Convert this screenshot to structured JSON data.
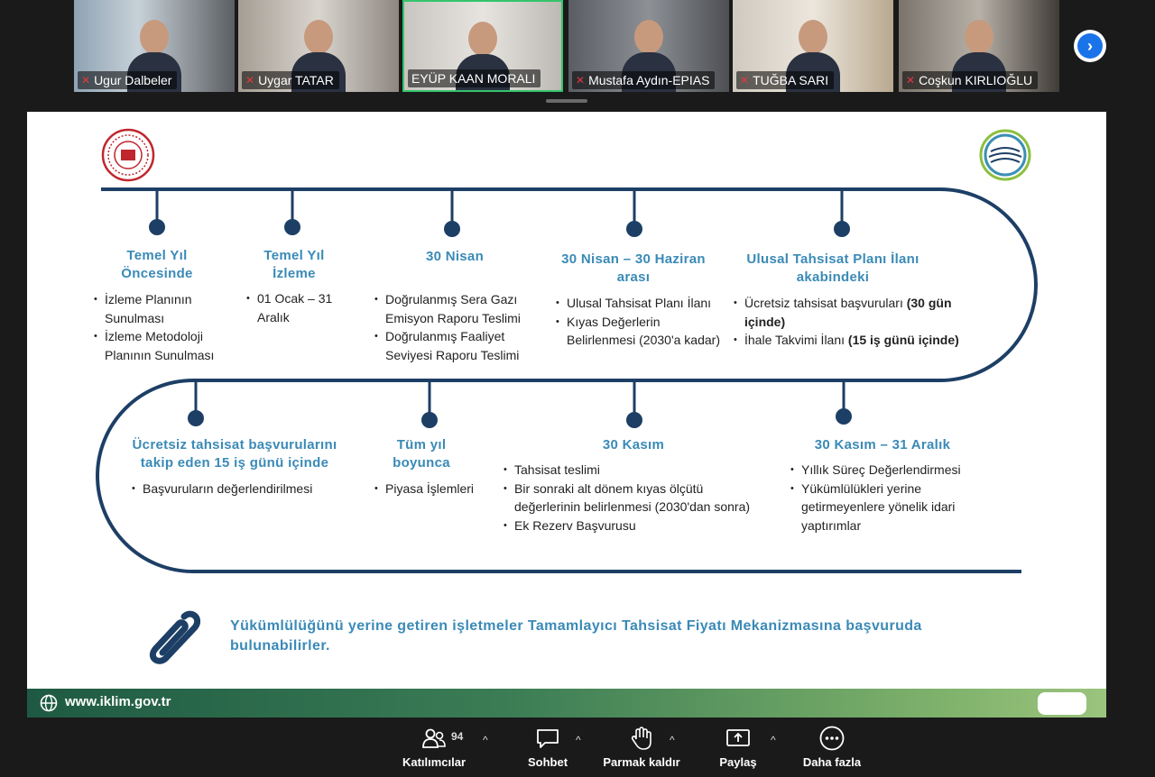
{
  "participants": [
    {
      "name": "Ugur Dalbeler",
      "muted": true,
      "active": false
    },
    {
      "name": "Uygar TATAR",
      "muted": true,
      "active": false
    },
    {
      "name": "EYÜP KAAN MORALI",
      "muted": false,
      "active": true
    },
    {
      "name": "Mustafa Aydın-EPIAS",
      "muted": true,
      "active": false
    },
    {
      "name": "TUĞBA SARI",
      "muted": true,
      "active": false
    },
    {
      "name": "Coşkun KIRLIOĞLU",
      "muted": true,
      "active": false
    }
  ],
  "slide": {
    "stages_top": [
      {
        "title": "Temel Yıl Öncesinde",
        "bullets": [
          "İzleme Planının Sunulması",
          "İzleme Metodoloji Planının Sunulması"
        ]
      },
      {
        "title": "Temel Yıl İzleme",
        "bullets": [
          "01 Ocak – 31 Aralık"
        ]
      },
      {
        "title": "30 Nisan",
        "bullets": [
          "Doğrulanmış Sera Gazı Emisyon Raporu Teslimi",
          "Doğrulanmış Faaliyet Seviyesi Raporu Teslimi"
        ]
      },
      {
        "title": "30 Nisan – 30 Haziran arası",
        "bullets": [
          "Ulusal Tahsisat Planı İlanı",
          "Kıyas Değerlerin Belirlenmesi (2030'a kadar)"
        ]
      },
      {
        "title": "Ulusal Tahsisat Planı İlanı akabindeki",
        "bullets": [
          {
            "text": "Ücretsiz tahsisat başvuruları ",
            "bold": "(30 gün içinde)"
          },
          {
            "text": "İhale Takvimi İlanı ",
            "bold": "(15 iş günü içinde)"
          }
        ]
      }
    ],
    "stages_bottom": [
      {
        "title": "Ücretsiz tahsisat başvurularını takip eden 15 iş günü içinde",
        "bullets": [
          "Başvuruların değerlendirilmesi"
        ]
      },
      {
        "title": "Tüm yıl boyunca",
        "bullets": [
          "Piyasa İşlemleri"
        ]
      },
      {
        "title": "30 Kasım",
        "bullets": [
          "Tahsisat teslimi",
          "Bir sonraki alt dönem kıyas ölçütü değerlerinin belirlenmesi (2030'dan sonra)",
          "Ek Rezerv Başvurusu"
        ]
      },
      {
        "title": "30 Kasım – 31 Aralık",
        "bullets": [
          "Yıllık Süreç Değerlendirmesi",
          "Yükümlülükleri yerine getirmeyenlere yönelik idari yaptırımlar"
        ]
      }
    ],
    "note": "Yükümlülüğünü yerine getiren işletmeler Tamamlayıcı Tahsisat Fiyatı Mekanizmasına başvuruda bulunabilirler.",
    "footer_url": "www.iklim.gov.tr",
    "colors": {
      "line": "#1d3f66",
      "title": "#3a8ab7"
    }
  },
  "toolbar": {
    "participants_label": "Katılımcılar",
    "participants_count": "94",
    "chat_label": "Sohbet",
    "raise_hand_label": "Parmak kaldır",
    "share_label": "Paylaş",
    "more_label": "Daha fazla"
  }
}
